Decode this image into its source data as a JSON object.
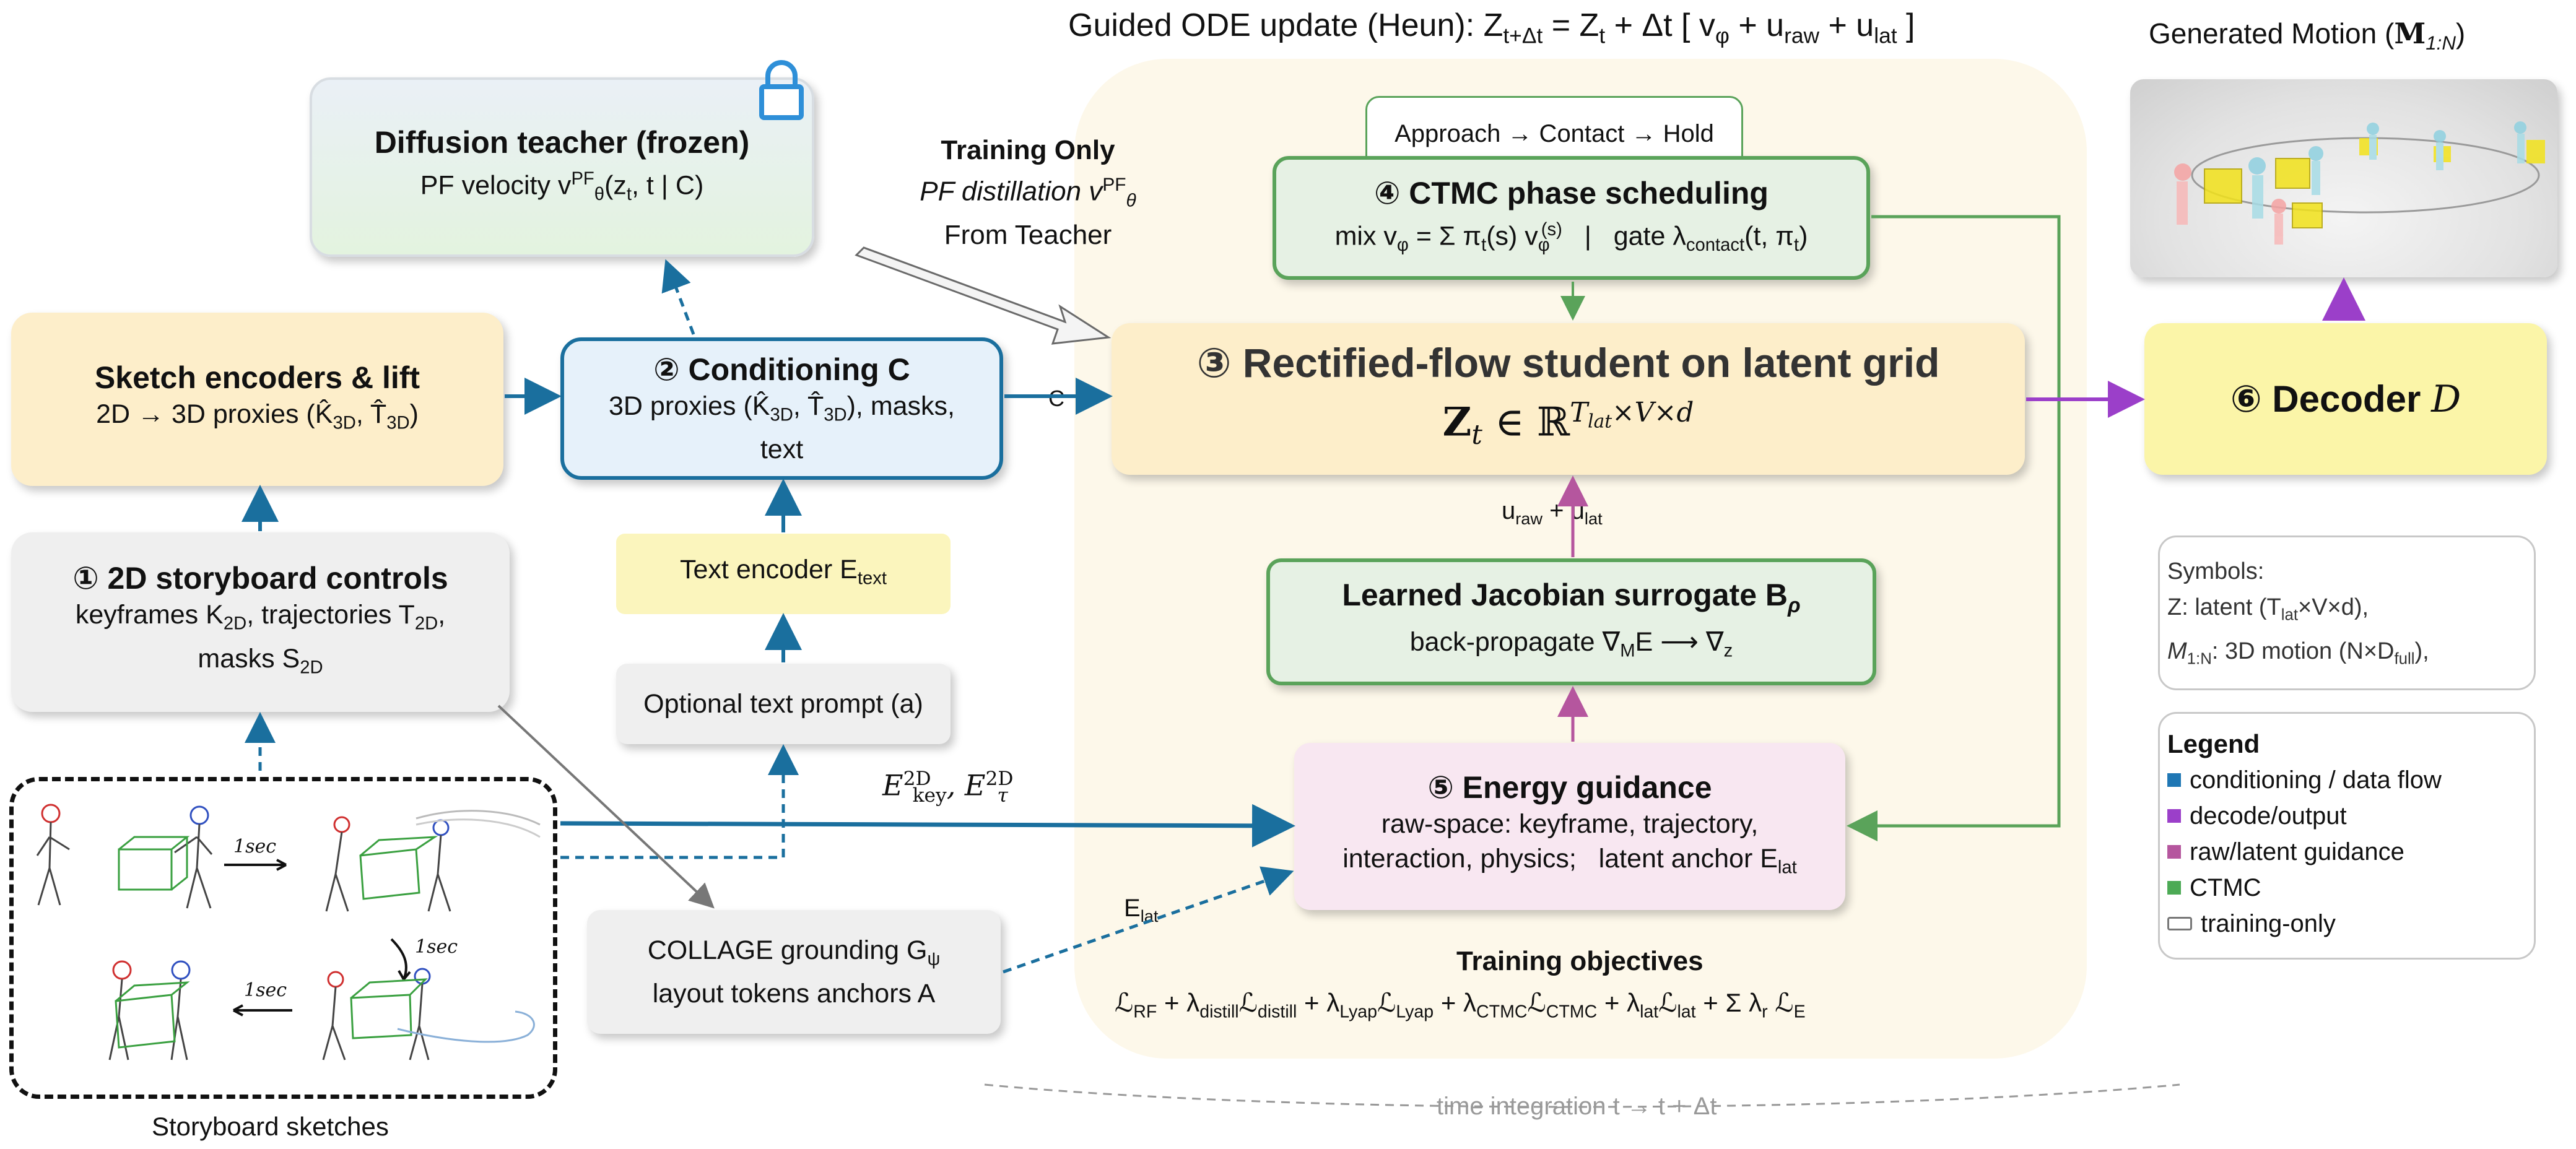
{
  "header": {
    "ode_prefix": "Guided ODE update (Heun): Z",
    "ode_sub1": "t+Δt",
    "ode_mid1": " = Z",
    "ode_sub2": "t",
    "ode_mid2": " + Δt [ v",
    "ode_sub3": "φ",
    "ode_mid3": " + u",
    "ode_sub4": "raw",
    "ode_mid4": " + u",
    "ode_sub5": "lat",
    "ode_end": " ]",
    "generated_prefix": "Generated Motion (",
    "generated_symbol": "M",
    "generated_sub": "1:N",
    "generated_suffix": ")"
  },
  "teacher": {
    "title": "Diffusion teacher (frozen)",
    "line_a": "PF velocity v",
    "line_sup": "PF",
    "line_sub": "θ",
    "line_b": "(z",
    "line_sub2": "t",
    "line_c": ", t | C)"
  },
  "training_only": {
    "title": "Training Only",
    "line1": "PF distillation v",
    "line1_sup": "PF",
    "line1_sub": "θ",
    "line2": "From Teacher"
  },
  "sketch_encoders": {
    "title": "Sketch encoders & lift",
    "line_a": "2D → 3D proxies (K̂",
    "sub1": "3D",
    "line_b": ", T̂",
    "sub2": "3D",
    "line_c": ")"
  },
  "conditioning": {
    "title": "② Conditioning C",
    "line_a": "3D proxies (K̂",
    "sub1": "3D",
    "line_b": ", T̂",
    "sub2": "3D",
    "line_c": "), masks,",
    "line2": "text",
    "arrow_label": "C"
  },
  "storyboard": {
    "title": "① 2D storyboard controls",
    "line1_a": "keyframes K",
    "line1_sub": "2D",
    "line1_b": ", trajectories T",
    "line1_sub2": "2D",
    "line1_c": ",",
    "line2_a": "masks S",
    "line2_sub": "2D"
  },
  "text_encoder": {
    "label": "Text encoder E",
    "sub": "text"
  },
  "text_prompt": {
    "label": "Optional text prompt (a)"
  },
  "energy_labels": {
    "e": "E",
    "sup1": "2D",
    "sub1": "key",
    "sep": ", E",
    "sup2": "2D",
    "sub2": "τ"
  },
  "sketches": {
    "caption": "Storyboard sketches",
    "t1": "1sec",
    "t2": "1sec",
    "t3": "1sec"
  },
  "collage": {
    "line1_a": "COLLAGE grounding G",
    "line1_sub": "ψ",
    "line2": "layout tokens anchors A",
    "arrow_label": "E",
    "arrow_sub": "lat"
  },
  "ctmc": {
    "phases": "Approach → Contact → Hold",
    "title": "④ CTMC phase scheduling",
    "line_a": "mix v",
    "sub1": "φ",
    "line_b": " = Σ π",
    "sub2": "t",
    "line_c": "(s) v",
    "sub3": "φ",
    "sup3": "(s)",
    "line_d": "   |   gate λ",
    "sub4": "contact",
    "line_e": "(t, π",
    "sub5": "t",
    "line_f": ")"
  },
  "student": {
    "title": "③ Rectified-flow student on latent grid",
    "formula_z": "Z",
    "formula_zsub": "t",
    "formula_in": " ∈ ℝ",
    "formula_sup_t": "T",
    "formula_sup_tsub": "lat",
    "formula_sup_rest": "×V×d"
  },
  "u_label": {
    "u1": "u",
    "s1": "raw",
    "plus": " + u",
    "s2": "lat"
  },
  "jacobian": {
    "title": "Learned Jacobian surrogate B",
    "title_sub": "ρ",
    "line_a": "back-propagate ∇",
    "sub1": "M",
    "line_b": "E ⟶ ∇",
    "sub2": "z"
  },
  "energy": {
    "title": "⑤ Energy guidance",
    "line1": "raw-space: keyframe, trajectory,",
    "line2_a": "interaction, physics;   latent anchor E",
    "line2_sub": "lat"
  },
  "objectives": {
    "title": "Training objectives",
    "t1": "ℒ",
    "s1": "RF",
    "t2": " + λ",
    "s2": "distill",
    "t3": "ℒ",
    "s3": "distill",
    "t4": " + λ",
    "s4": "Lyap",
    "t5": "ℒ",
    "s5": "Lyap",
    "t6": " + λ",
    "s6": "CTMC",
    "t7": "ℒ",
    "s7": "CTMC",
    "t8": " + λ",
    "s8": "lat",
    "t9": "ℒ",
    "s9": "lat",
    "t10": " + Σ λ",
    "s10": "r",
    "t11": " ℒ",
    "s11": "E"
  },
  "time_integration": "time integration t → t + Δt",
  "decoder": {
    "title": "⑥ Decoder ",
    "symbol": "D"
  },
  "symbols": {
    "title": "Symbols:",
    "l1_a": "Z: latent (T",
    "l1_sub": "lat",
    "l1_b": "×V×d),",
    "l2_a": "M",
    "l2_sub": "1:N",
    "l2_b": ": 3D motion (N×D",
    "l2_sub2": "full",
    "l2_c": "),"
  },
  "legend": {
    "title": "Legend",
    "items": [
      {
        "label": "conditioning / data flow",
        "color": "#1f77b4"
      },
      {
        "label": "decode/output",
        "color": "#9b3fc9"
      },
      {
        "label": "raw/latent guidance",
        "color": "#b5569e"
      },
      {
        "label": "CTMC",
        "color": "#4caa55"
      },
      {
        "label": "training-only",
        "color": ""
      }
    ]
  },
  "colors": {
    "flow": "#1a6f9e",
    "decode": "#9b3fc9",
    "guidance": "#b5569e",
    "ctmc": "#5aa35a",
    "teacher_lock": "#2e8fd8"
  }
}
